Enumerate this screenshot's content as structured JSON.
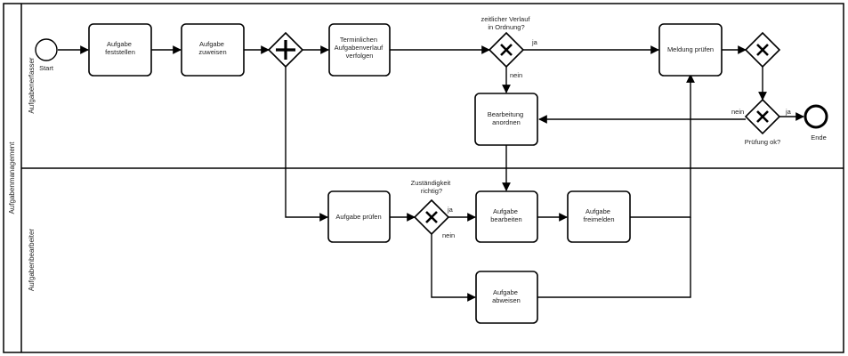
{
  "pool": {
    "label": "Aufgabenmanagement",
    "lanes": [
      {
        "id": "lane-top",
        "label": "Aufgabenerfasser"
      },
      {
        "id": "lane-bottom",
        "label": "Aufgabenbearbeiter"
      }
    ]
  },
  "events": {
    "start": "Start",
    "end": "Ende"
  },
  "tasks": {
    "feststellen": [
      "Aufgabe",
      "feststellen"
    ],
    "zuweisen": [
      "Aufgabe",
      "zuweisen"
    ],
    "verfolgen": [
      "Terminlichen",
      "Aufgabenverlauf",
      "verfolgen"
    ],
    "meldung": [
      "Meldung prüfen"
    ],
    "anordnen": [
      "Bearbeitung",
      "anordnen"
    ],
    "pruefen": [
      "Aufgabe prüfen"
    ],
    "bearbeiten": [
      "Aufgabe",
      "bearbeiten"
    ],
    "freimelden": [
      "Aufgabe",
      "freimelden"
    ],
    "abweisen": [
      "Aufgabe",
      "abweisen"
    ]
  },
  "gateways": {
    "verlauf": [
      "zeitlicher Verlauf",
      "in Ordnung?"
    ],
    "pruefung": "Prüfung ok?",
    "zustaendig": [
      "Zuständigkeit",
      "richtig?"
    ]
  },
  "flow_labels": {
    "verlauf_ja": "ja",
    "verlauf_nein": "nein",
    "pruefung_nein": "nein",
    "pruefung_ja": "ja",
    "zustaendig_ja": "ja",
    "zustaendig_nein": "nein"
  }
}
